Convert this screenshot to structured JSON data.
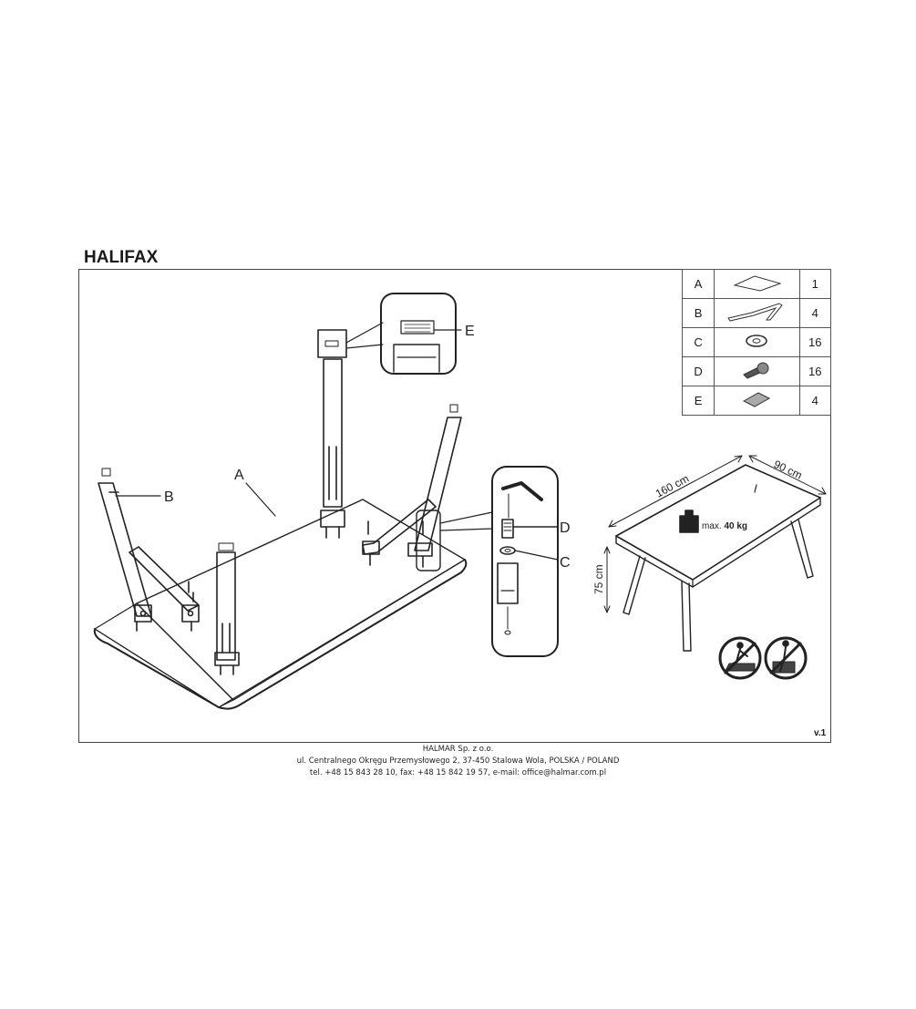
{
  "document": {
    "title": "HALIFAX",
    "version": "v.1"
  },
  "parts_table": {
    "rows": [
      {
        "letter": "A",
        "qty": "1",
        "icon": "tabletop-icon"
      },
      {
        "letter": "B",
        "qty": "4",
        "icon": "leg-frame-icon"
      },
      {
        "letter": "C",
        "qty": "16",
        "icon": "washer-icon"
      },
      {
        "letter": "D",
        "qty": "16",
        "icon": "bolt-icon"
      },
      {
        "letter": "E",
        "qty": "4",
        "icon": "felt-pad-icon"
      }
    ]
  },
  "callouts": {
    "a": "A",
    "b": "B",
    "c": "C",
    "d": "D",
    "e": "E"
  },
  "dimensions": {
    "length": "160 cm",
    "width": "90 cm",
    "height": "75 cm",
    "max_load_prefix": "max. ",
    "max_load_value": "40 kg"
  },
  "footer": {
    "company": "HALMAR Sp. z o.o.",
    "address": "ul. Centralnego Okręgu Przemysłowego 2, 37-450 Stalowa Wola, POLSKA / POLAND",
    "contact": "tel. +48 15 843 28 10, fax: +48 15 842 19 57, e-mail: office@halmar.com.pl"
  },
  "colors": {
    "line": "#222222",
    "frame": "#444444"
  }
}
